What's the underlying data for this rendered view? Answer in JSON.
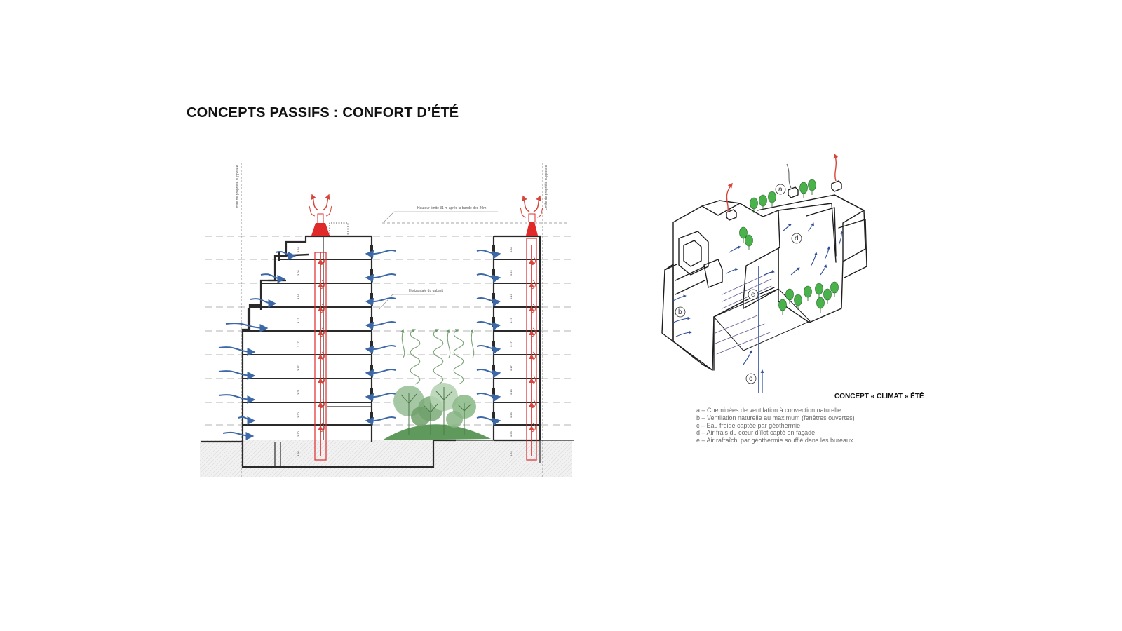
{
  "page": {
    "title": "CONCEPTS PASSIFS : CONFORT D’ÉTÉ"
  },
  "section_drawing": {
    "annotations": {
      "height_limit": "Hauteur limite 31 m après la bande des 20m",
      "horizontal_gabarit": "Horizontale du gabarit",
      "property_limit_left": "Limite de propriété supposée",
      "property_limit_right": "Limite de propriété supposée"
    },
    "floor_heights_left": [
      "3.34",
      "3.26",
      "3.16",
      "3.17",
      "3.17",
      "3.17",
      "3.21",
      "3.20",
      "3.30",
      "3.36"
    ],
    "floor_heights_right": [
      "3.34",
      "3.26",
      "3.16",
      "3.17",
      "3.17",
      "3.17",
      "3.18",
      "3.20",
      "3.30",
      "3.56"
    ],
    "colors": {
      "air_flow": "#3d68a8",
      "chimney": "#e02a2a",
      "warm_air": "#d9453a",
      "vegetation": "#5f9a5c",
      "structure": "#2a2a2a"
    }
  },
  "axonometric": {
    "labels": [
      "a",
      "b",
      "c",
      "d",
      "e"
    ]
  },
  "concept": {
    "title": "CONCEPT « CLIMAT » ÉTÉ",
    "legend": [
      "a – Cheminées de ventilation à convection naturelle",
      "b – Ventilation naturelle au maximum (fenêtres ouvertes)",
      "c – Eau froide captée par géothermie",
      "d – Air frais du cœur d’îlot capté en façade",
      "e – Air rafraîchi par géothermie soufflé dans les bureaux"
    ]
  }
}
